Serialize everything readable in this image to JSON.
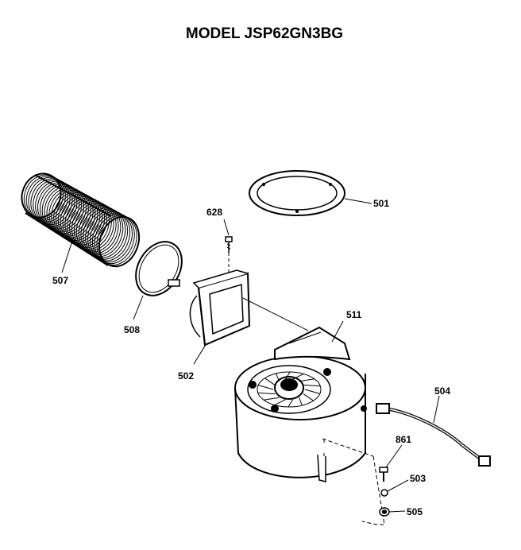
{
  "title": "MODEL JSP62GN3BG",
  "parts": {
    "flex_duct": "507",
    "duct_clamp": "508",
    "grille_ring": "501",
    "screw_top": "628",
    "adapter": "502",
    "blower": "511",
    "harness": "504",
    "screw_side": "861",
    "washer": "503",
    "grommet": "505"
  },
  "colors": {
    "ink": "#000000",
    "paper": "#ffffff"
  }
}
